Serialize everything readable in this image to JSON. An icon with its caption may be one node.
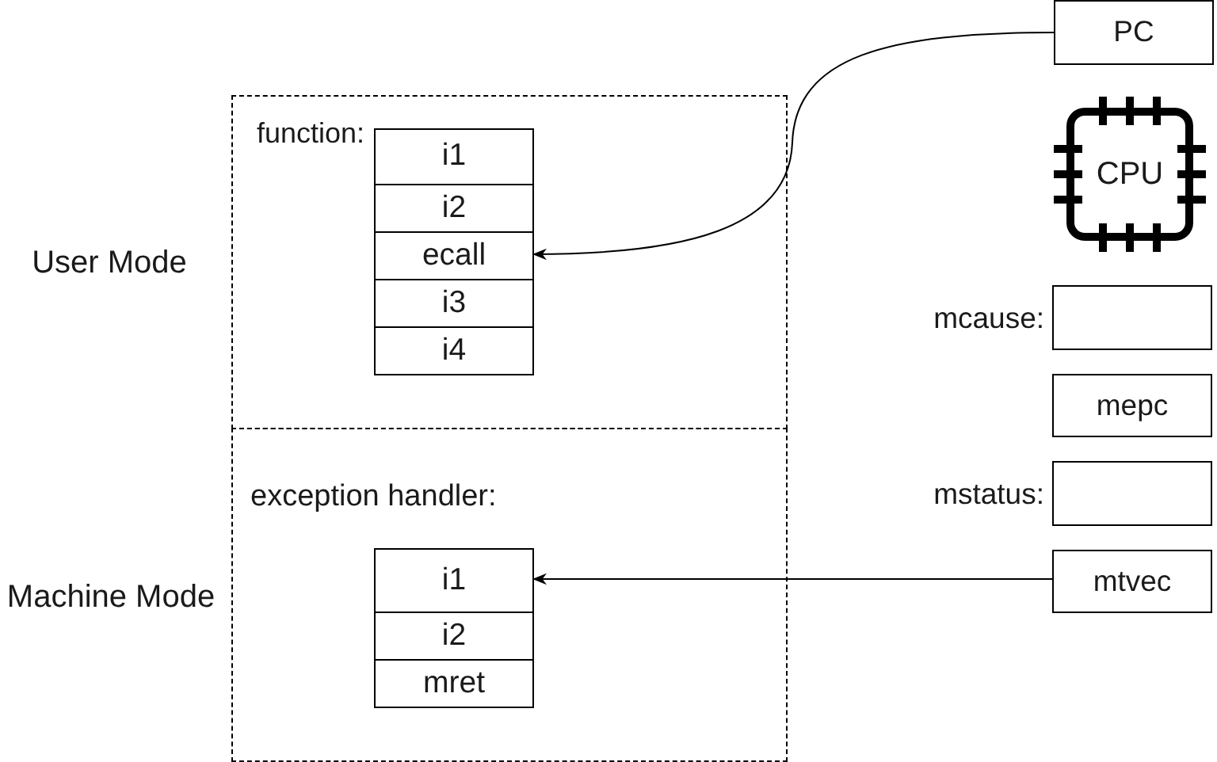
{
  "diagram": {
    "nodes": [
      {
        "text": [
          "function:"
        ]
      },
      {
        "text": [
          "i1"
        ],
        "in": 0
      },
      {
        "text": [
          "i2"
        ],
        "in": 0
      },
      {
        "text": [
          "ecall"
        ],
        "in": 0
      },
      {
        "text": [
          "i3"
        ],
        "in": 0
      },
      {
        "text": [
          "i4"
        ],
        "in": 0
      },
      {
        "text": [
          "exception handler:"
        ]
      },
      {
        "text": [
          "i1"
        ],
        "in": 6
      },
      {
        "text": [
          "i2"
        ],
        "in": 6
      },
      {
        "text": [
          "mret"
        ],
        "in": 6
      },
      {
        "text": [
          "PC"
        ]
      },
      {
        "text": [
          "CPU"
        ]
      },
      {
        "text": [],
        "shape": "box",
        "beside": [
          "mcause:"
        ]
      },
      {
        "text": [
          "mepc"
        ]
      },
      {
        "text": [],
        "shape": "box",
        "beside": [
          "mstatus:"
        ]
      },
      {
        "text": [
          "mtvec"
        ]
      }
    ],
    "edges": [
      {
        "from": 10,
        "to": 3,
        "arrow": "to"
      },
      {
        "from": 15,
        "to": 7,
        "arrow": "to"
      }
    ],
    "labels": [
      "User Mode",
      "Machine Mode"
    ]
  }
}
